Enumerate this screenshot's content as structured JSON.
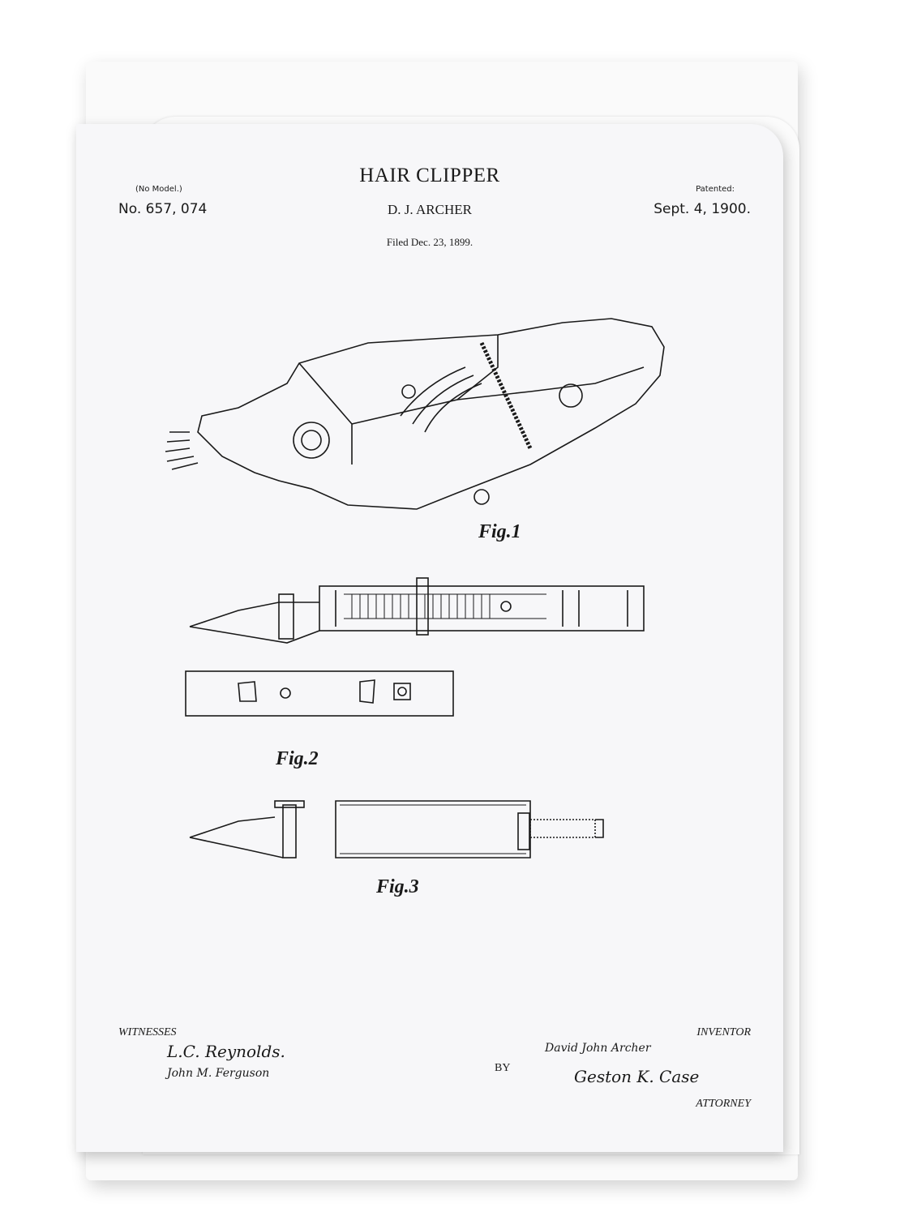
{
  "header": {
    "no_model": "(No Model.)",
    "patent_number": "No. 657, 074",
    "title": "HAIR CLIPPER",
    "inventor_name": "D. J. ARCHER",
    "patented_label": "Patented:",
    "patent_date": "Sept. 4, 1900.",
    "filed": "Filed Dec. 23, 1899."
  },
  "figures": [
    {
      "label": "Fig.1"
    },
    {
      "label": "Fig.2"
    },
    {
      "label": "Fig.3"
    }
  ],
  "footer": {
    "witnesses_label": "WITNESSES",
    "witness_signatures": [
      "L.C. Reynolds.",
      "John M. Ferguson"
    ],
    "inventor_label": "INVENTOR",
    "inventor_signature": "David John Archer",
    "by_label": "BY",
    "attorney_signature": "Geston K. Case",
    "attorney_label": "ATTORNEY"
  }
}
